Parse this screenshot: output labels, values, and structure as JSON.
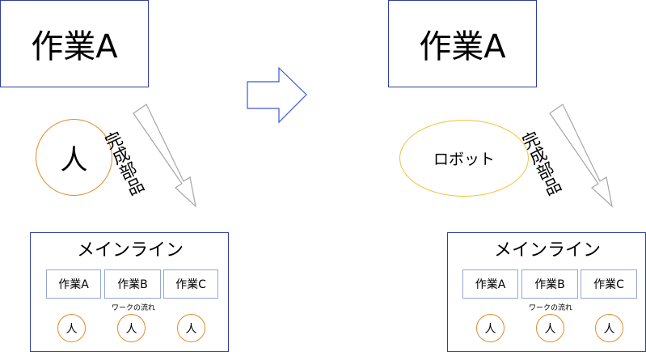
{
  "colors": {
    "box_border": "#2f3f9f",
    "person_border": "#e08a2a",
    "robot_border": "#f2c230",
    "step_border": "#94a6d6",
    "arrow_stroke": "#a6a6a6",
    "transition_arrow": "#3a5ad8"
  },
  "left": {
    "task": "作業A",
    "worker": "人",
    "flow_label": "完成部品",
    "main_line": {
      "title": "メインライン",
      "steps": [
        "作業A",
        "作業B",
        "作業C"
      ],
      "work_flow": "ワークの流れ",
      "workers": [
        "人",
        "人",
        "人"
      ]
    }
  },
  "right": {
    "task": "作業A",
    "worker": "ロボット",
    "flow_label": "完成部品",
    "main_line": {
      "title": "メインライン",
      "steps": [
        "作業A",
        "作業B",
        "作業C"
      ],
      "work_flow": "ワークの流れ",
      "workers": [
        "人",
        "人",
        "人"
      ]
    }
  }
}
